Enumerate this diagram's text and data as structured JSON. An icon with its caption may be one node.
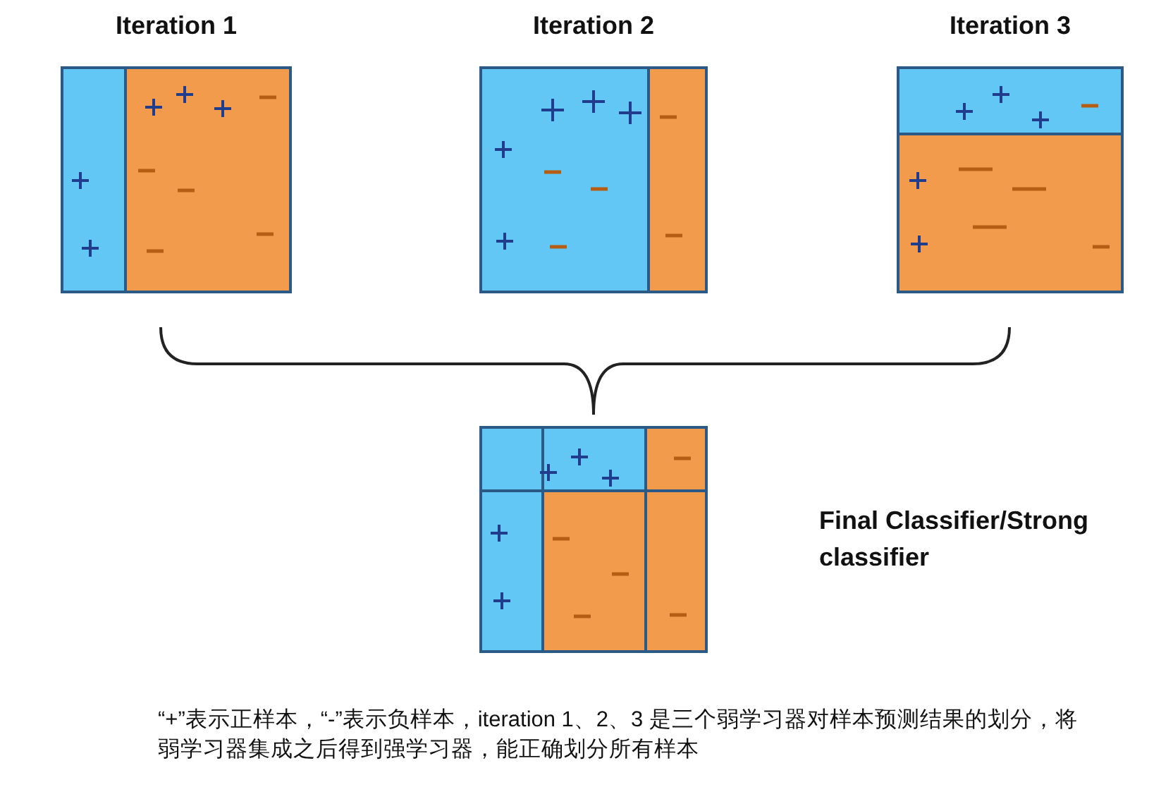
{
  "diagram": {
    "nodes": [
      {
        "text": [
          "Iteration 1"
        ]
      },
      {
        "text": [
          "Iteration 2"
        ]
      },
      {
        "text": [
          "Iteration 3"
        ]
      },
      {
        "text": [],
        "shape": "box"
      }
    ],
    "labels": [
      "Final Classifier/Strong classifier"
    ],
    "caption": "“+”表示正样本，“-”表示负样本，iteration 1、2、3 是三个弱学习器对样本预测结果的划分，将弱学习器集成之后得到强学习器，能正确划分所有样本"
  }
}
